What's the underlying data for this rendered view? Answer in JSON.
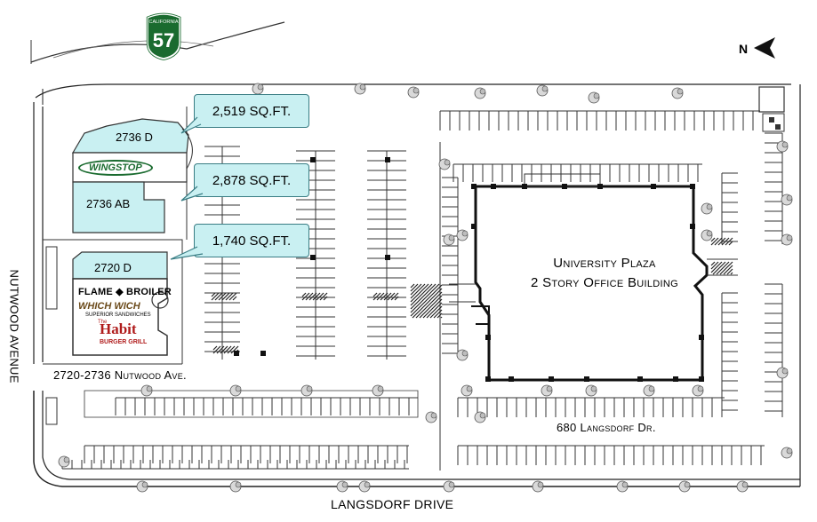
{
  "highway": {
    "state": "CALIFORNIA",
    "number": "57"
  },
  "compass": {
    "letter": "N"
  },
  "suites": [
    {
      "id": "2736 D",
      "sqft": "2,519 SQ.FT."
    },
    {
      "id": "2736 AB",
      "sqft": "2,878 SQ.FT."
    },
    {
      "id": "2720 D",
      "sqft": "1,740 SQ.FT."
    }
  ],
  "tenants": {
    "wingstop": "WINGSTOP",
    "flame_broiler": "FLAME ◆ BROILER",
    "which_wich": "WHICH WICH",
    "which_wich_sub": "SUPERIOR SANDWICHES",
    "habit_the": "The",
    "habit": "Habit",
    "habit_sub": "BURGER GRILL"
  },
  "addresses": {
    "nutwood_center": "2720-2736 Nutwood Ave.",
    "langsdorf_building": "680 Langsdorf Dr."
  },
  "building": {
    "line1": "University Plaza",
    "line2": "2 Story Office Building"
  },
  "streets": {
    "left": "NUTWOOD AVENUE",
    "bottom": "LANGSDORF DRIVE"
  },
  "colors": {
    "highlight": "#c9f0f2",
    "callout_border": "#3a7d84",
    "line": "#222222"
  }
}
